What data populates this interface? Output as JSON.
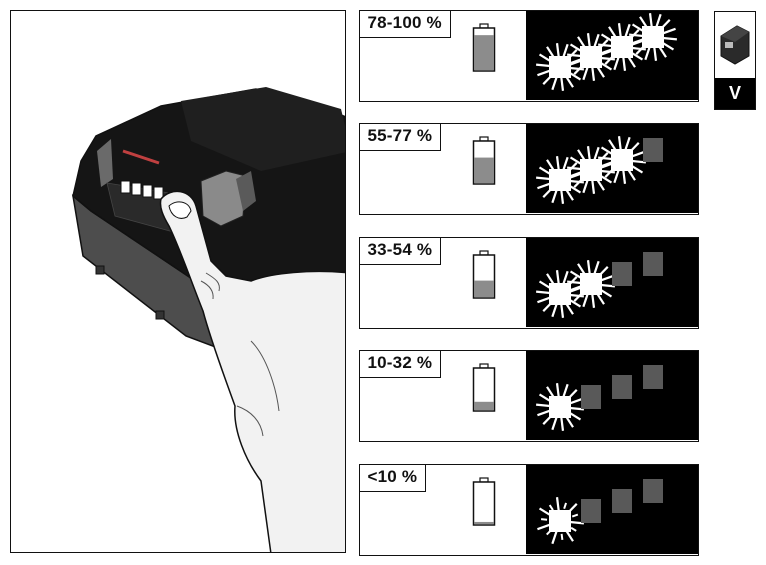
{
  "corner_label": "V",
  "indicator_rows": [
    {
      "percent_label": "78-100 %",
      "charge_fraction": 0.85,
      "lit_segments": 4,
      "blinking": false
    },
    {
      "percent_label": "55-77 %",
      "charge_fraction": 0.62,
      "lit_segments": 3,
      "blinking": false
    },
    {
      "percent_label": "33-54 %",
      "charge_fraction": 0.4,
      "lit_segments": 2,
      "blinking": false
    },
    {
      "percent_label": "10-32 %",
      "charge_fraction": 0.2,
      "lit_segments": 1,
      "blinking": false
    },
    {
      "percent_label": "<10 %",
      "charge_fraction": 0.05,
      "lit_segments": 1,
      "blinking": true
    }
  ],
  "colors": {
    "battery_fill": "#8c8c8c",
    "unlit_segment": "#595959",
    "panel_bg": "#000000"
  }
}
